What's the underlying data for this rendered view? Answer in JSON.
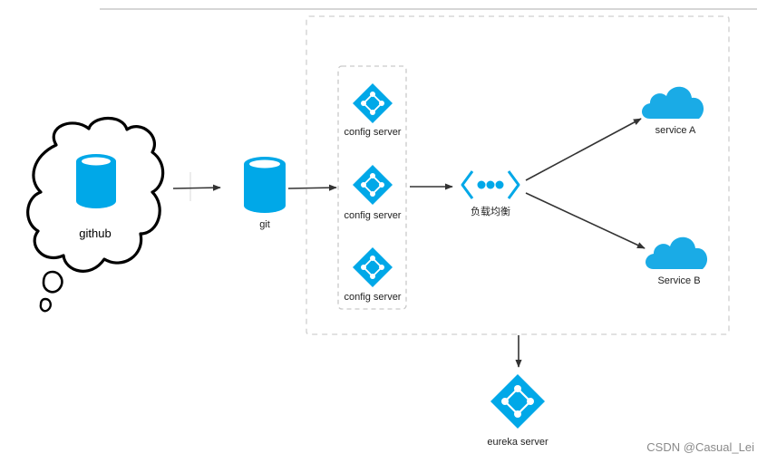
{
  "nodes": {
    "github": "github",
    "git": "git",
    "config_servers": [
      "config server",
      "config server",
      "config server"
    ],
    "load_balancer": "负载均衡",
    "service_a": "service A",
    "service_b": "Service B",
    "eureka": "eureka server"
  },
  "watermark": "CSDN @Casual_Lei",
  "colors": {
    "accent": "#00a8e8",
    "cloud": "#1aabe6",
    "arrow": "#333333",
    "dashed_border": "#cccccc"
  },
  "icons": {
    "github": "database-icon",
    "git": "database-icon",
    "config_server": "cluster-diamond-icon",
    "load_balancer": "load-balancer-icon",
    "service": "cloud-icon",
    "eureka": "cluster-diamond-icon"
  }
}
